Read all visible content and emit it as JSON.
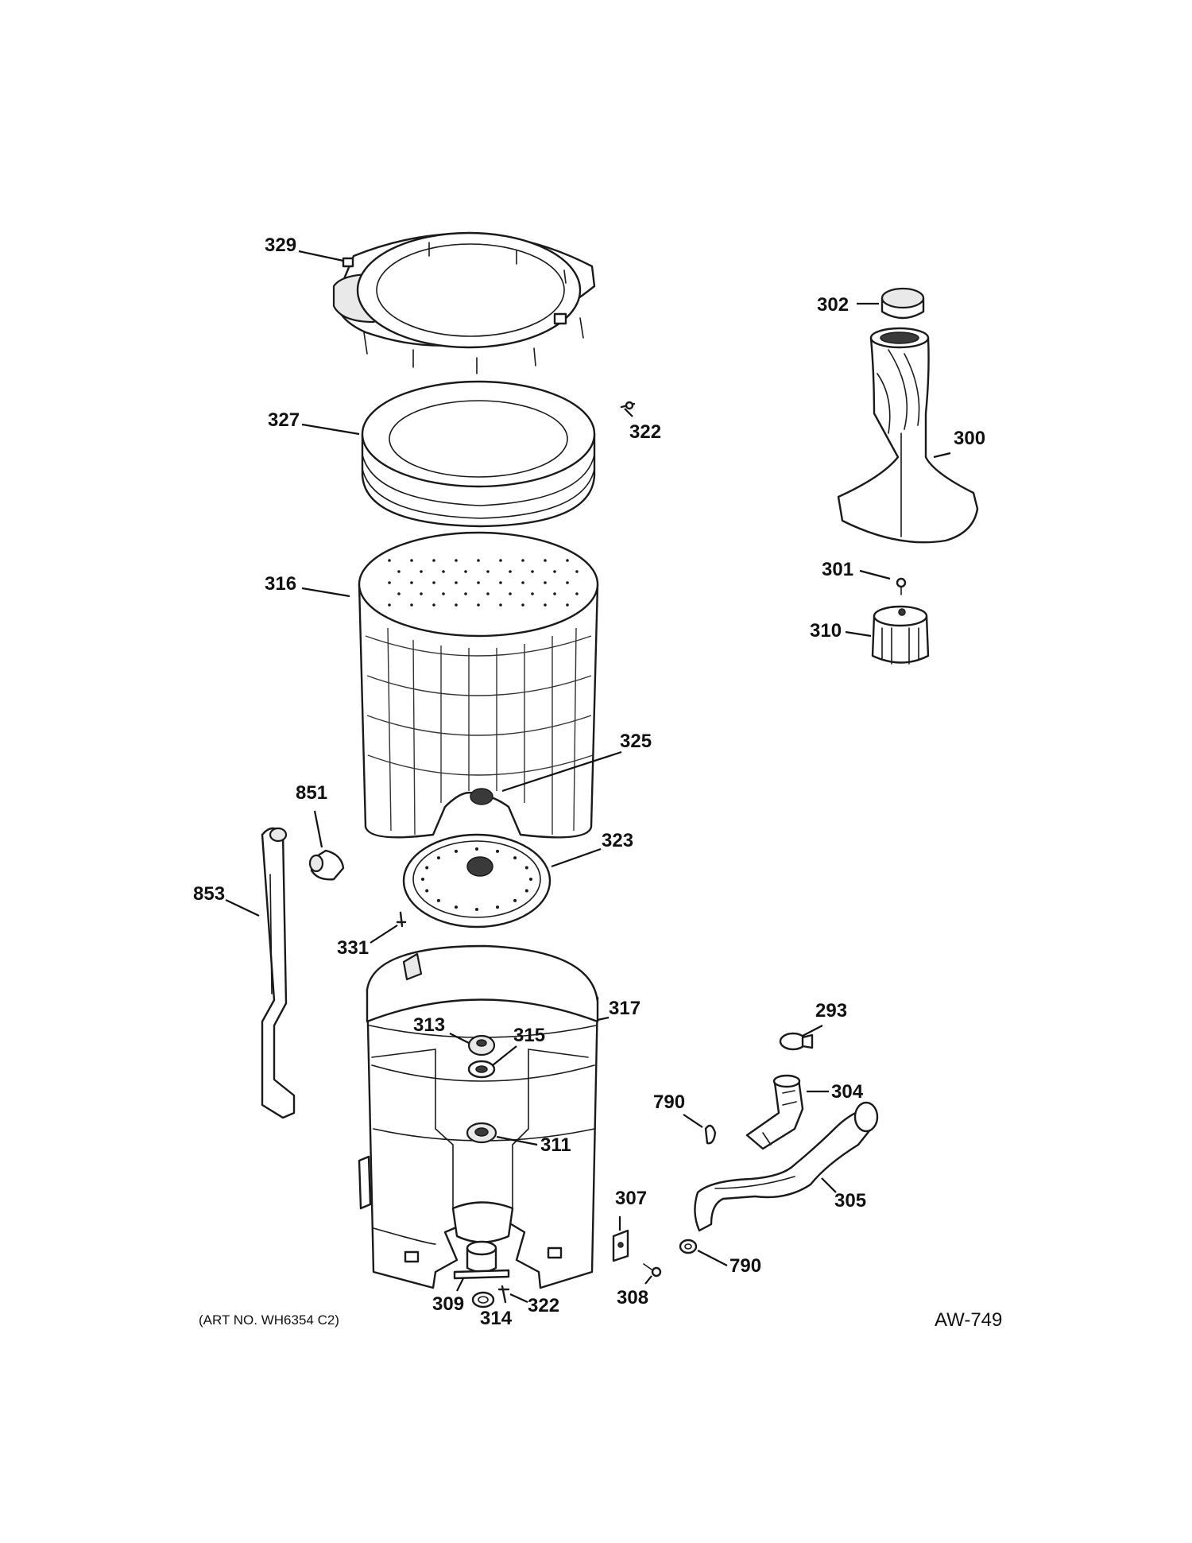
{
  "diagram": {
    "art_number": "(ART NO. WH6354 C2)",
    "figure_code": "AW-749"
  },
  "callouts": [
    {
      "id": "c329",
      "label": "329"
    },
    {
      "id": "c302",
      "label": "302"
    },
    {
      "id": "c327",
      "label": "327"
    },
    {
      "id": "c322a",
      "label": "322"
    },
    {
      "id": "c300",
      "label": "300"
    },
    {
      "id": "c316",
      "label": "316"
    },
    {
      "id": "c301",
      "label": "301"
    },
    {
      "id": "c310",
      "label": "310"
    },
    {
      "id": "c325",
      "label": "325"
    },
    {
      "id": "c851",
      "label": "851"
    },
    {
      "id": "c323",
      "label": "323"
    },
    {
      "id": "c853",
      "label": "853"
    },
    {
      "id": "c331",
      "label": "331"
    },
    {
      "id": "c317",
      "label": "317"
    },
    {
      "id": "c293",
      "label": "293"
    },
    {
      "id": "c313",
      "label": "313"
    },
    {
      "id": "c315",
      "label": "315"
    },
    {
      "id": "c790a",
      "label": "790"
    },
    {
      "id": "c304",
      "label": "304"
    },
    {
      "id": "c311",
      "label": "311"
    },
    {
      "id": "c305",
      "label": "305"
    },
    {
      "id": "c307",
      "label": "307"
    },
    {
      "id": "c790b",
      "label": "790"
    },
    {
      "id": "c309",
      "label": "309"
    },
    {
      "id": "c322b",
      "label": "322"
    },
    {
      "id": "c308",
      "label": "308"
    },
    {
      "id": "c314",
      "label": "314"
    }
  ]
}
